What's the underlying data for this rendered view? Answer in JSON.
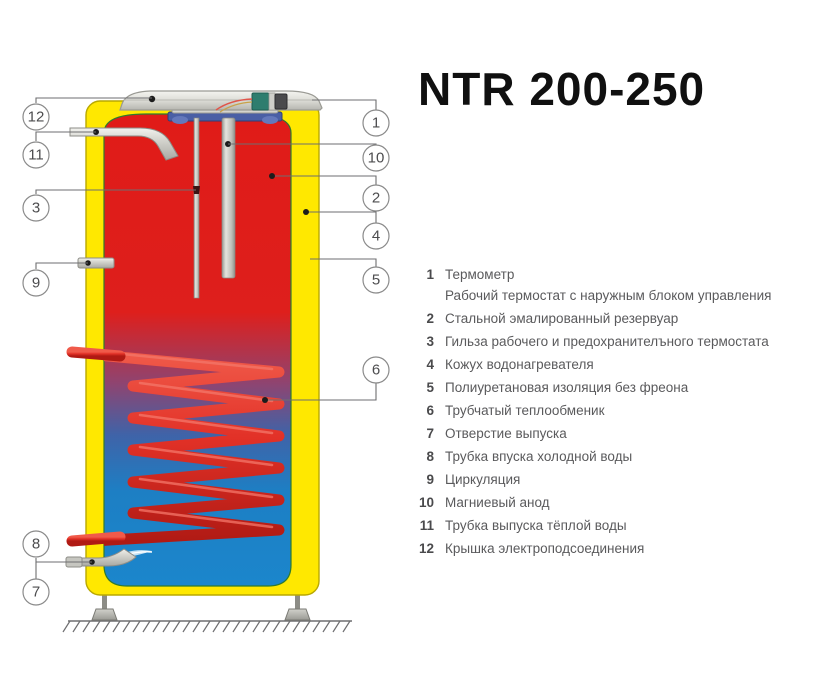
{
  "header": {
    "title": "NTR 200-250"
  },
  "legend": {
    "items": [
      {
        "num": "1",
        "lines": [
          "Термометр",
          "Рабочий термостат с наружным блоком управления"
        ]
      },
      {
        "num": "2",
        "lines": [
          "Стальной эмалированный резервуар"
        ]
      },
      {
        "num": "3",
        "lines": [
          "Гильза рабочего и предохранителъного термостата"
        ]
      },
      {
        "num": "4",
        "lines": [
          "Кожух водонагревателя"
        ]
      },
      {
        "num": "5",
        "lines": [
          "Полиуретановая изоляция без фреона"
        ]
      },
      {
        "num": "6",
        "lines": [
          "Трубчатый теплообменик"
        ]
      },
      {
        "num": "7",
        "lines": [
          "Отверстие выпуска"
        ]
      },
      {
        "num": "8",
        "lines": [
          "Трубка впуска холодной воды"
        ]
      },
      {
        "num": "9",
        "lines": [
          "Циркуляция"
        ]
      },
      {
        "num": "10",
        "lines": [
          "Магниевый анод"
        ]
      },
      {
        "num": "11",
        "lines": [
          "Трубка выпуска тёплой воды"
        ]
      },
      {
        "num": "12",
        "lines": [
          "Крышка электроподсоединения"
        ]
      }
    ]
  },
  "diagram": {
    "callouts_left": [
      "12",
      "11",
      "3",
      "9",
      "8",
      "7"
    ],
    "callouts_right": [
      "1",
      "10",
      "2",
      "4",
      "5",
      "6"
    ]
  },
  "colors": {
    "casing_yellow": "#ffe800",
    "tank_hot": "#e01b18",
    "tank_cold": "#1d7fc4",
    "coil_red": "#e23127",
    "cap_gray": "#d8d8d4",
    "thermostat_green": "#2e7d6e",
    "flange_blue": "#4a5fa5",
    "title_black": "#101010",
    "text_gray": "#5a5a5c"
  }
}
